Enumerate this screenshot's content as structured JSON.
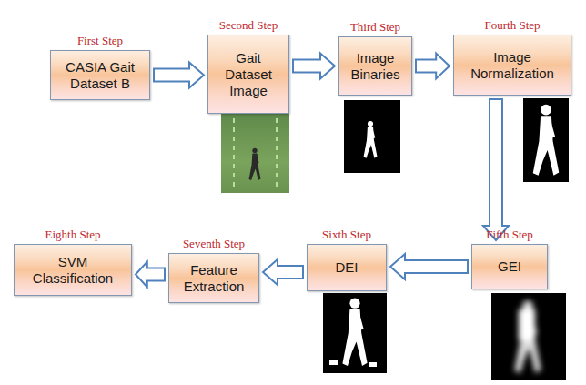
{
  "diagram": {
    "nodes": [
      {
        "text": [
          "First Step",
          "CASIA Gait Dataset B"
        ]
      },
      {
        "text": [
          "Second Step",
          "Gait Dataset Image"
        ]
      },
      {
        "text": [
          "Third Step",
          "Image Binaries"
        ]
      },
      {
        "text": [
          "Fourth Step",
          "Image Normalization"
        ]
      },
      {
        "text": [
          "Fifth Step",
          "GEI"
        ]
      },
      {
        "text": [
          "Sixth Step",
          "DEI"
        ]
      },
      {
        "text": [
          "Seventh Step",
          "Feature Extraction"
        ]
      },
      {
        "text": [
          "Eighth Step",
          "SVM Classification"
        ]
      }
    ],
    "edges": [
      {
        "from": 0,
        "to": 1,
        "arrow": "to"
      },
      {
        "from": 1,
        "to": 2,
        "arrow": "to"
      },
      {
        "from": 2,
        "to": 3,
        "arrow": "to"
      },
      {
        "from": 3,
        "to": 4,
        "arrow": "to"
      },
      {
        "from": 4,
        "to": 5,
        "arrow": "to"
      },
      {
        "from": 5,
        "to": 6,
        "arrow": "to"
      },
      {
        "from": 6,
        "to": 7,
        "arrow": "to"
      }
    ]
  }
}
